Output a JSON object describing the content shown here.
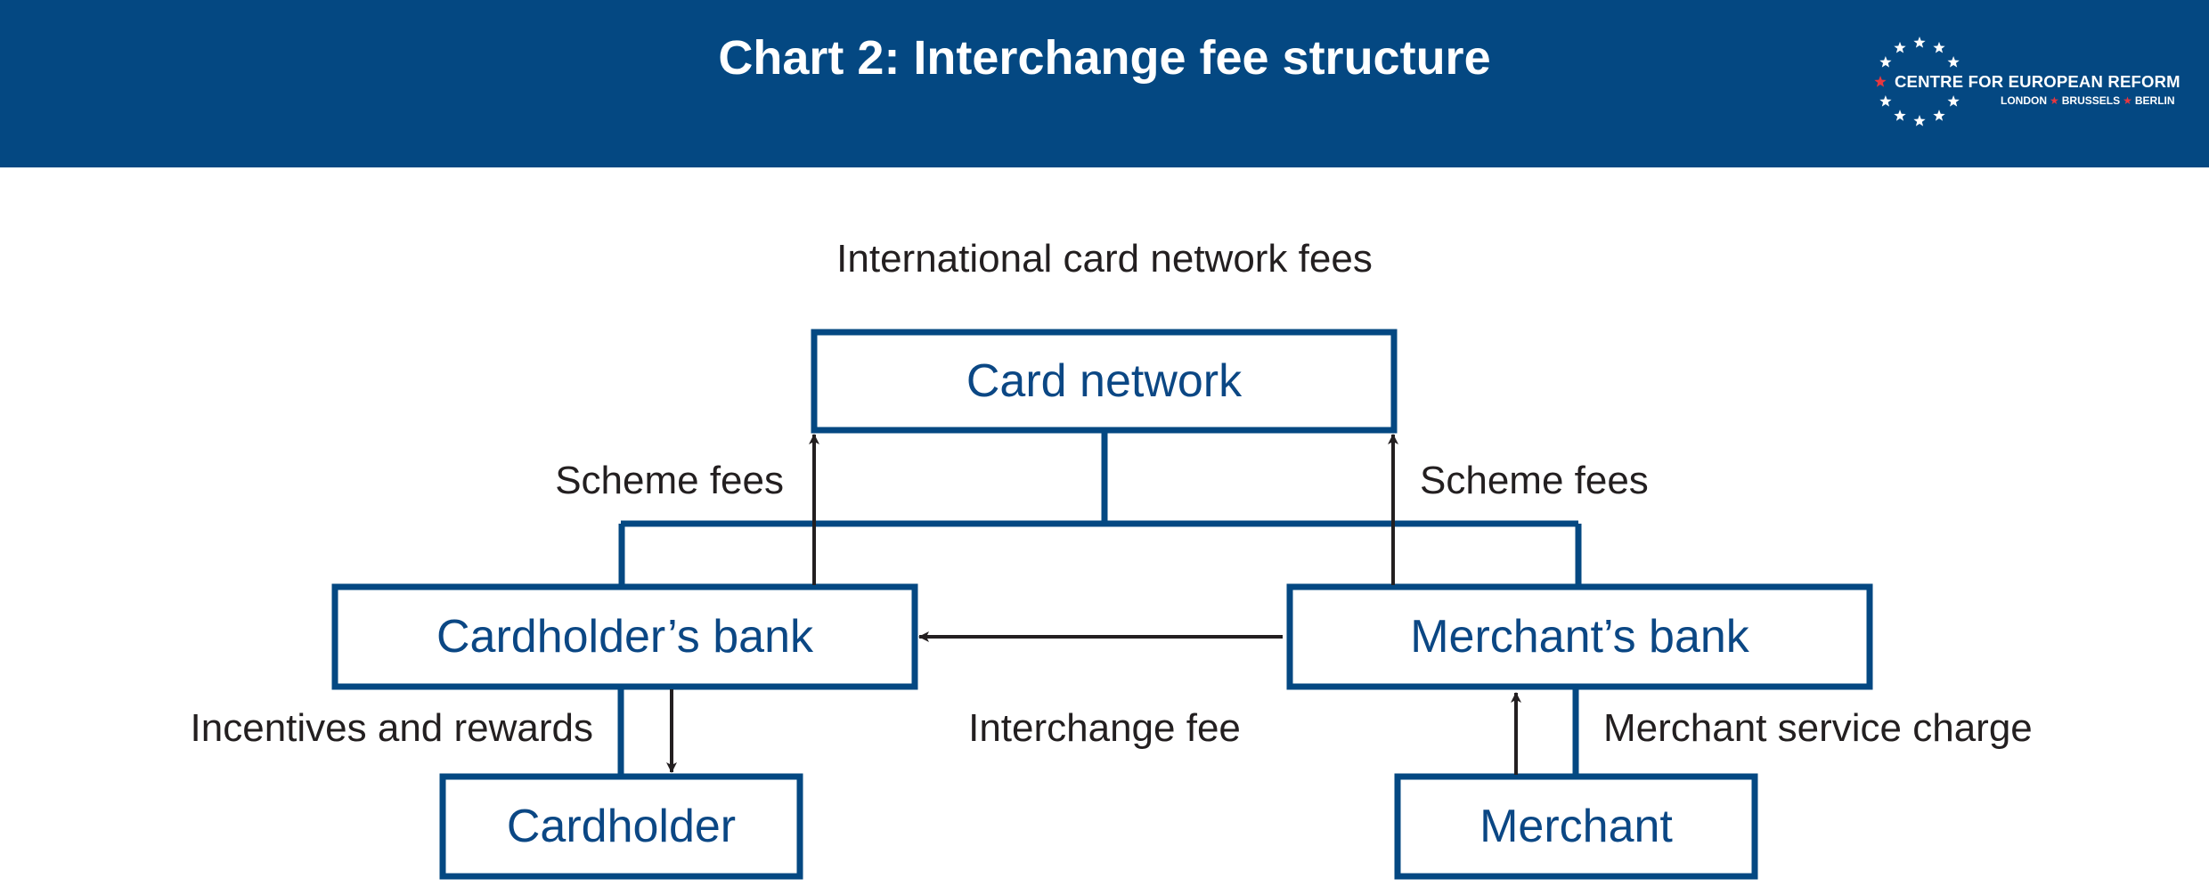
{
  "header": {
    "title": "Chart 2: Interchange fee structure",
    "logo": {
      "name": "CENTRE FOR EUROPEAN REFORM",
      "cities": [
        "LONDON",
        "BRUSSELS",
        "BERLIN"
      ]
    }
  },
  "diagram": {
    "top_label": "International card network fees",
    "nodes": {
      "card_network": "Card network",
      "cardholders_bank": "Cardholder’s bank",
      "merchants_bank": "Merchant’s bank",
      "cardholder": "Cardholder",
      "merchant": "Merchant"
    },
    "edges": {
      "scheme_fees_left": "Scheme fees",
      "scheme_fees_right": "Scheme fees",
      "interchange_fee": "Interchange fee",
      "incentives_rewards": "Incentives and rewards",
      "merchant_service_charge": "Merchant service charge"
    }
  },
  "colors": {
    "header_bg": "#044882",
    "box_border": "#044882",
    "box_text": "#0b4784",
    "arrow": "#231f20",
    "star": "#ffffff",
    "star_accent": "#e8373f"
  }
}
